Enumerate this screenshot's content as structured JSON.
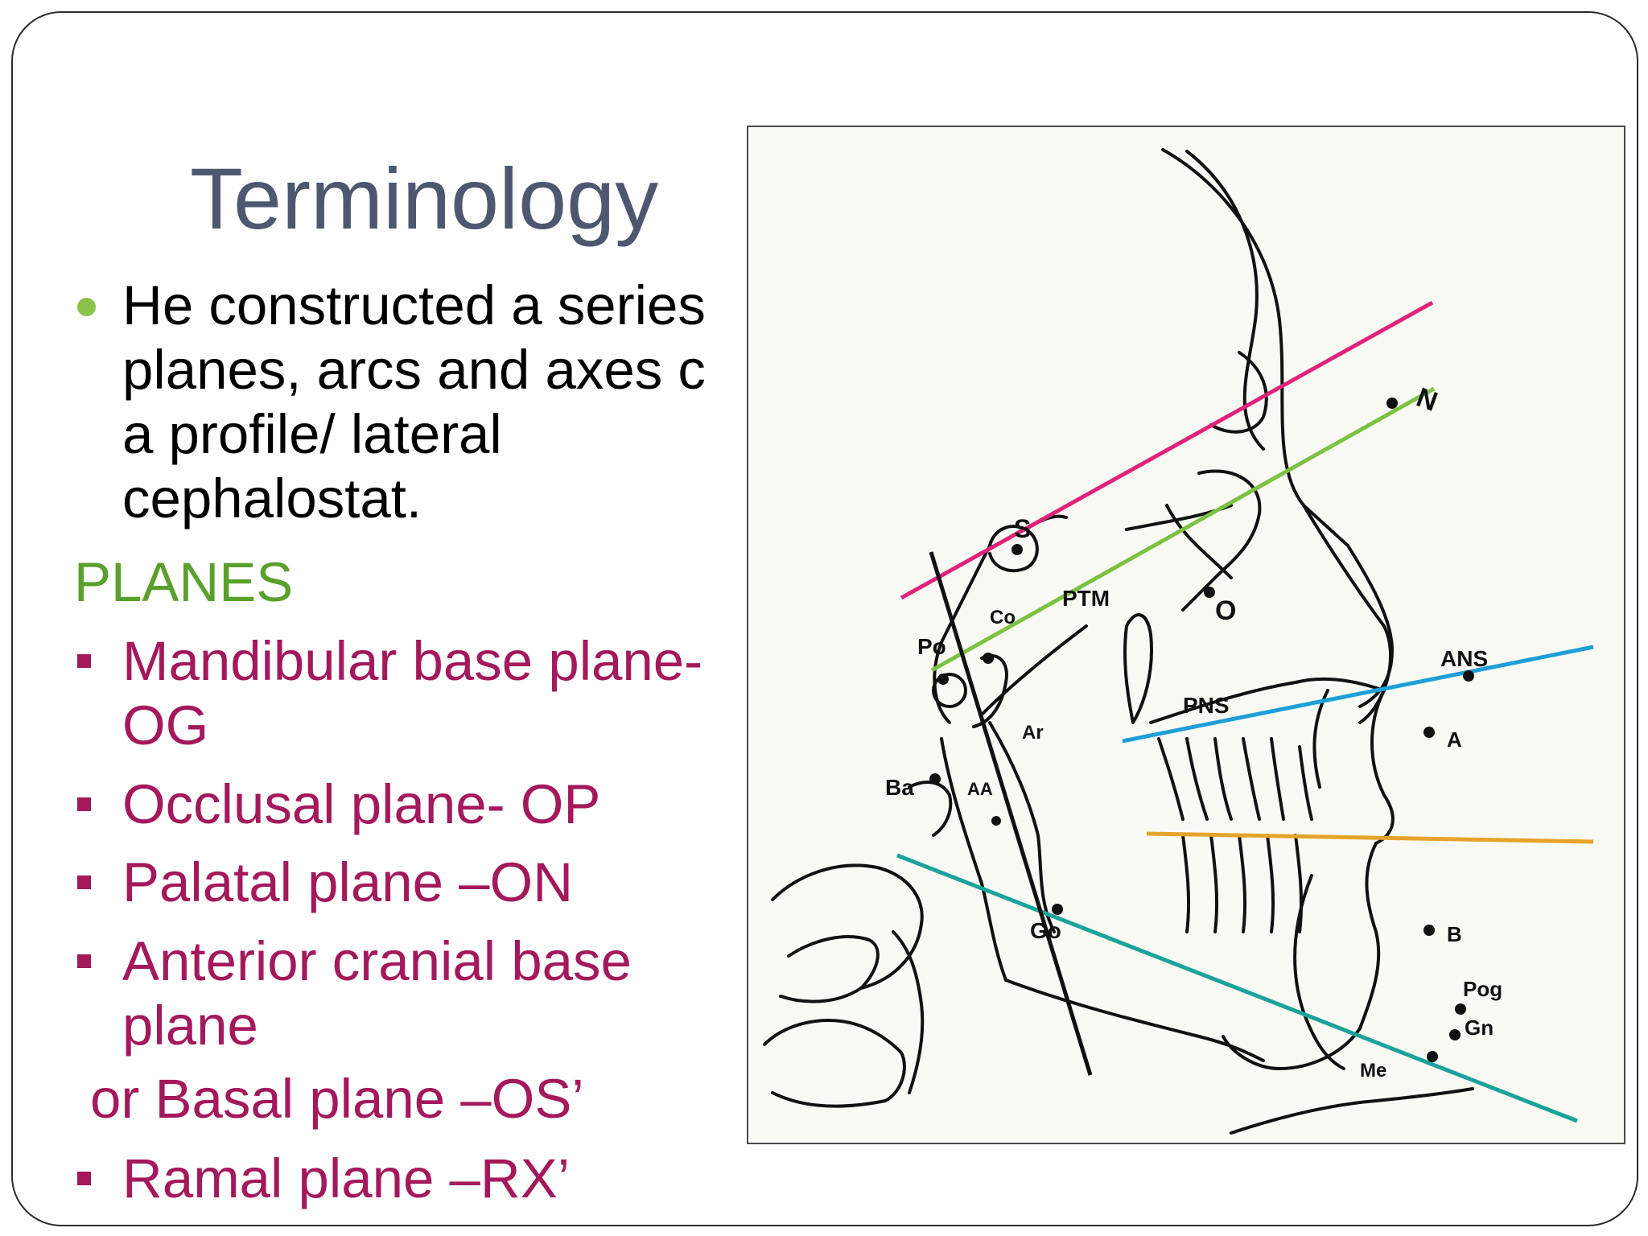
{
  "title": "Terminology",
  "bullet": {
    "lines": [
      "He constructed a series",
      "planes, arcs and axes c",
      "a profile/ lateral",
      "cephalostat."
    ]
  },
  "section_heading": "PLANES",
  "planes": [
    {
      "lines": [
        "Mandibular base plane-",
        "OG"
      ]
    },
    {
      "lines": [
        "Occlusal plane- OP"
      ]
    },
    {
      "lines": [
        "Palatal plane –ON"
      ]
    },
    {
      "lines": [
        "Anterior cranial base",
        "plane"
      ]
    },
    {
      "lines": [
        "or Basal plane –OS’"
      ]
    },
    {
      "lines": [
        "Ramal plane –RX’"
      ]
    }
  ],
  "diagram_labels": {
    "N": "N",
    "S": "S",
    "O": "O",
    "PTM": "PTM",
    "Co": "Co",
    "Po": "Po",
    "Ar": "Ar",
    "Ba": "Ba",
    "AA": "AA",
    "PNS": "PNS",
    "ANS": "ANS",
    "A": "A",
    "Go": "Go",
    "B": "B",
    "Pog": "Pog",
    "Gn": "Gn",
    "Me": "Me"
  },
  "line_colors": {
    "sn_line": "#e0237a",
    "fh_line": "#7cc242",
    "palatal_line": "#1e9fd8",
    "occlusal_line": "#e6a32c",
    "mandibular_line": "#1aa39a",
    "ramal_line": "#111111"
  }
}
